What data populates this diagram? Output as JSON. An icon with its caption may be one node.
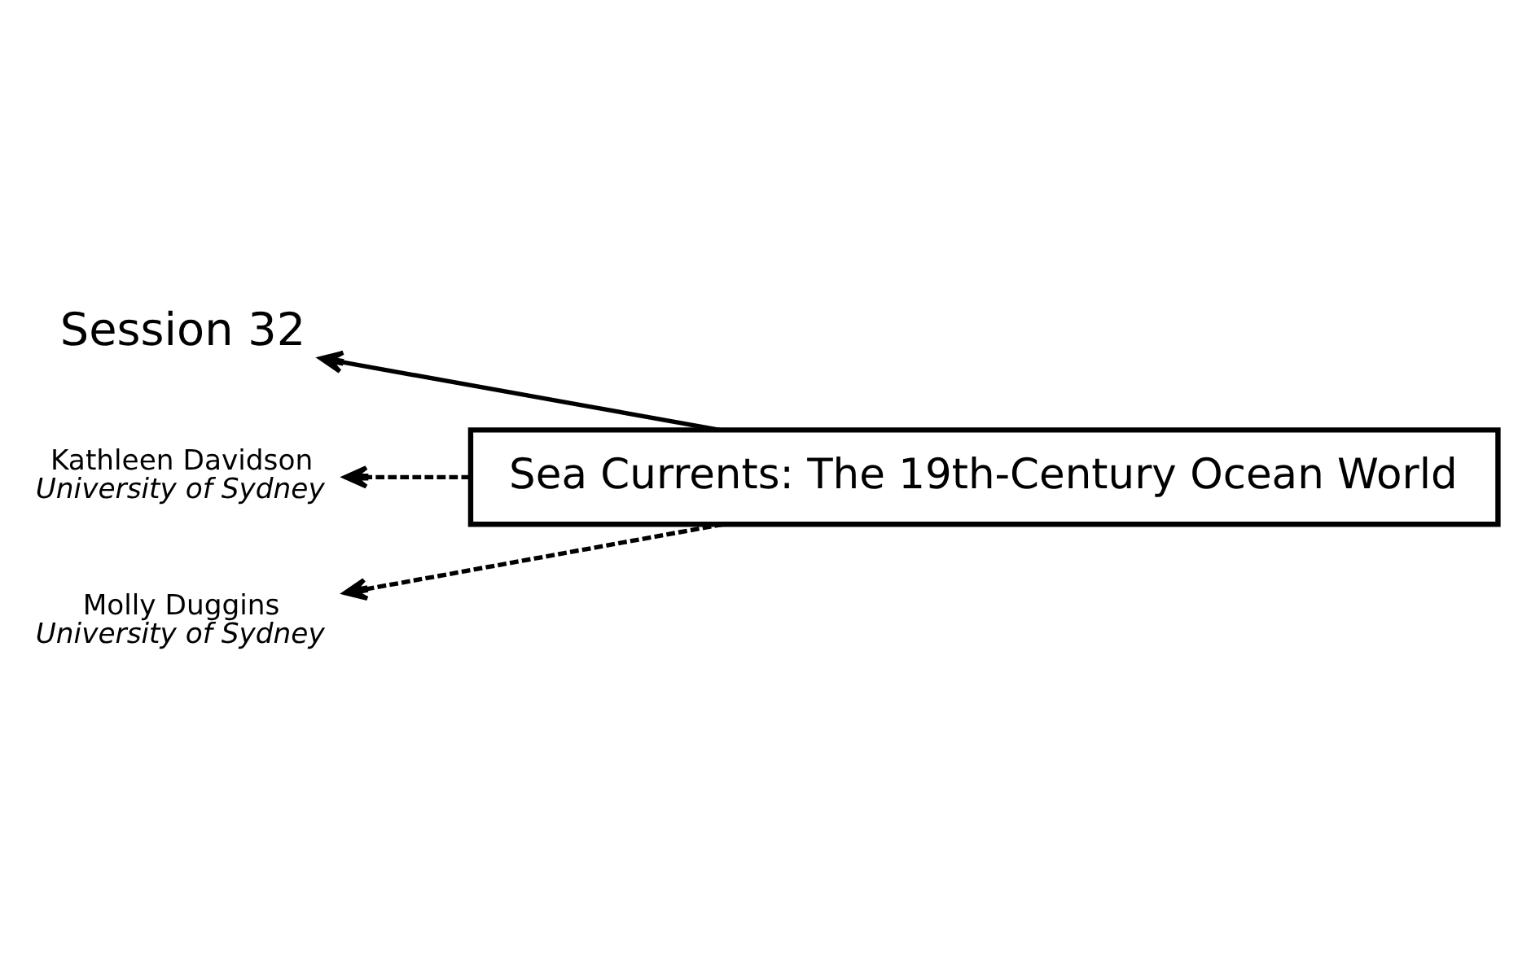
{
  "diagram": {
    "nodes": [
      {
        "text": [
          "Session 32"
        ]
      },
      {
        "text": [
          "Sea Currents: The 19th-Century Ocean World"
        ]
      },
      {
        "text": [
          "Kathleen Davidson",
          "University of Sydney"
        ]
      },
      {
        "text": [
          "Molly Duggins",
          "University of Sydney"
        ]
      }
    ],
    "edges": [
      {
        "from": 1,
        "to": 0,
        "arrow": "to"
      },
      {
        "from": 1,
        "to": 2,
        "arrow": "to",
        "style": "dashed"
      },
      {
        "from": 1,
        "to": 3,
        "arrow": "to",
        "style": "dashed"
      }
    ]
  }
}
